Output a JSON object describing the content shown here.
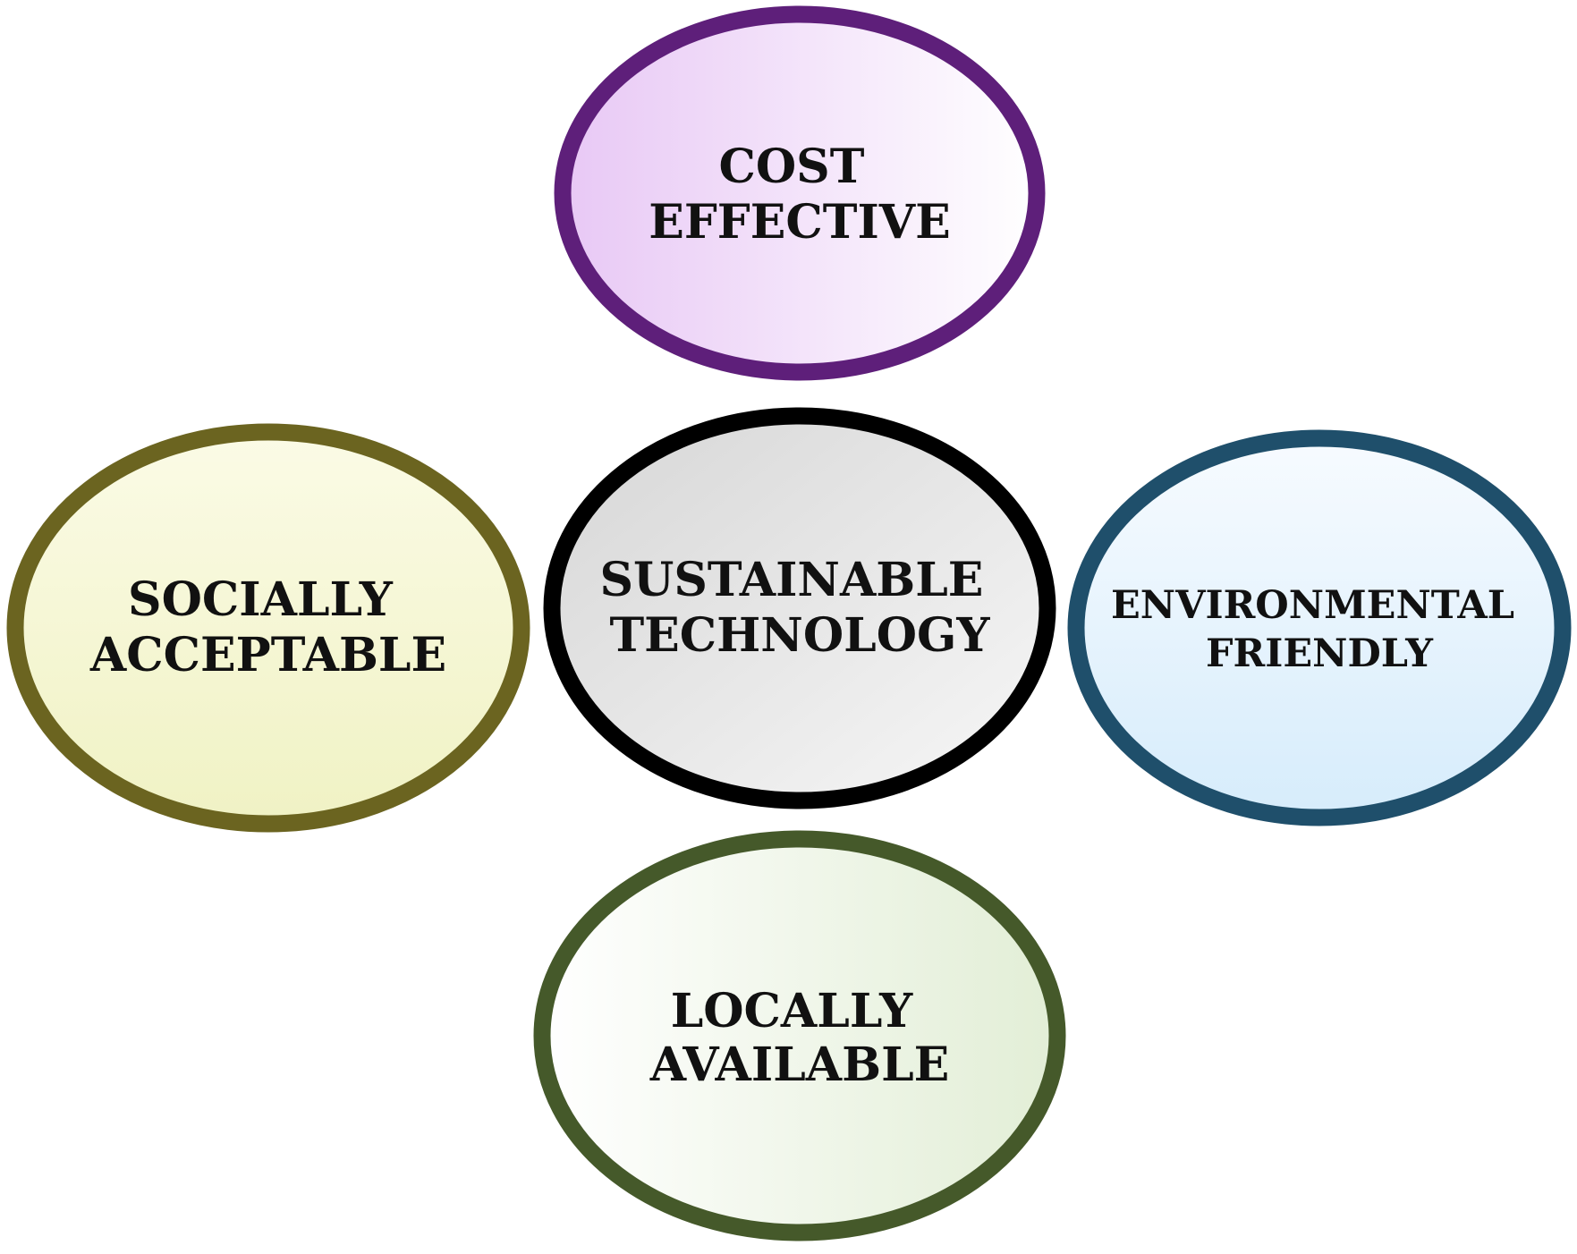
{
  "diagram": {
    "center": {
      "lines": [
        "SUSTAINABLE",
        "TECHNOLOGY"
      ],
      "border_color": "#000000",
      "fill_from": "#d6d6d6",
      "fill_to": "#f7f7f7"
    },
    "top": {
      "lines": [
        "COST",
        "EFFECTIVE"
      ],
      "border_color": "#5e1f7a",
      "fill_from": "#e8c8f5",
      "fill_to": "#ffffff"
    },
    "left": {
      "lines": [
        "SOCIALLY",
        "ACCEPTABLE"
      ],
      "border_color": "#6b6420",
      "fill_from": "#fbfbe6",
      "fill_to": "#f0f2c4"
    },
    "right": {
      "lines": [
        "ENVIRONMENTAL",
        "FRIENDLY"
      ],
      "border_color": "#1f4f6b",
      "fill_from": "#f7fbff",
      "fill_to": "#d6ecfb"
    },
    "bottom": {
      "lines": [
        "LOCALLY",
        "AVAILABLE"
      ],
      "border_color": "#45592a",
      "fill_from": "#ffffff",
      "fill_to": "#e2eed6"
    }
  }
}
